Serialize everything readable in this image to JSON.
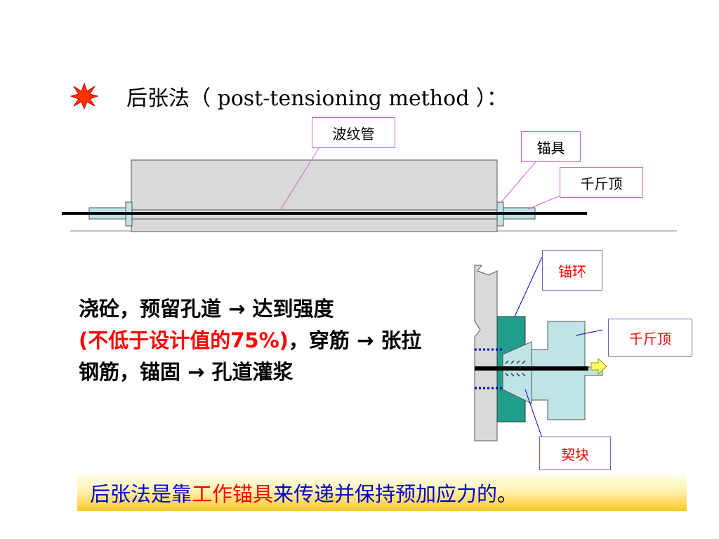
{
  "title": {
    "text": "后张法（ post-tensioning method ）："
  },
  "diagram1": {
    "labels": {
      "duct": "波纹管",
      "anchor": "锚具",
      "jack": "千斤顶"
    }
  },
  "diagram2": {
    "labels": {
      "anchor_ring": "锚环",
      "jack": "千斤顶",
      "wedge": "契块"
    }
  },
  "process": {
    "part1": "浇砼，预留孔道 → 达到强度",
    "part2_red": "(不低于设计值的75%)",
    "part3": "，穿筋 →  张拉钢筋，锚固 → 孔道灌浆"
  },
  "summary": {
    "part1": "后张法是靠",
    "part2": "工作锚具",
    "part3": "来传递并保持预加应力的",
    "part4": "。"
  },
  "colors": {
    "concrete": "#d9d9d9",
    "anchor_fill": "#bfe3e6",
    "anchor_ring": "#1f9e8e",
    "highlight_red": "#ff0000",
    "text_blue": "#0000cc",
    "callout_border": "#cc66cc"
  }
}
